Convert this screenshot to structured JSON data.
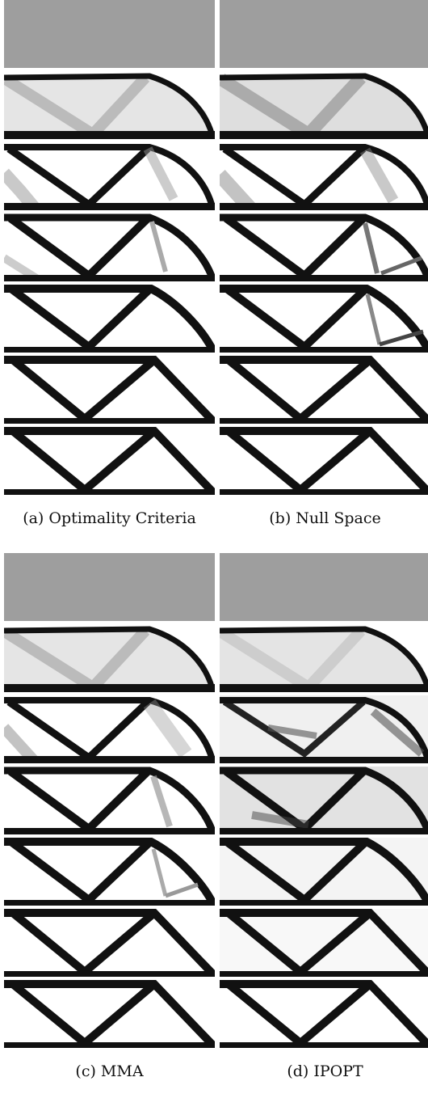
{
  "figure": {
    "columns": [
      {
        "id": "a",
        "caption": "(a) Optimality Criteria",
        "frames": [
          {
            "stage": 0,
            "members": []
          },
          {
            "stage": 1,
            "members": []
          },
          {
            "stage": 2,
            "members": []
          },
          {
            "stage": 3,
            "members": [
              "thin-strut"
            ]
          },
          {
            "stage": 4,
            "members": []
          },
          {
            "stage": 5,
            "members": []
          },
          {
            "stage": 6,
            "members": []
          }
        ]
      },
      {
        "id": "b",
        "caption": "(b) Null Space",
        "frames": [
          {
            "stage": 0,
            "members": []
          },
          {
            "stage": 1,
            "members": []
          },
          {
            "stage": 2,
            "members": []
          },
          {
            "stage": 3,
            "members": [
              "thin-strut",
              "thin-tie"
            ]
          },
          {
            "stage": 4,
            "members": [
              "thin-strut",
              "thin-tie"
            ]
          },
          {
            "stage": 5,
            "members": []
          },
          {
            "stage": 6,
            "members": []
          }
        ]
      },
      {
        "id": "c",
        "caption": "(c) MMA",
        "frames": [
          {
            "stage": 0,
            "members": []
          },
          {
            "stage": 1,
            "members": []
          },
          {
            "stage": 2,
            "members": []
          },
          {
            "stage": 3,
            "members": [
              "thin-strut"
            ]
          },
          {
            "stage": 4,
            "members": [
              "thin-strut",
              "thin-tie"
            ]
          },
          {
            "stage": 5,
            "members": []
          },
          {
            "stage": 6,
            "members": []
          }
        ]
      },
      {
        "id": "d",
        "caption": "(d) IPOPT",
        "frames": [
          {
            "stage": 0,
            "members": []
          },
          {
            "stage": 1,
            "members": []
          },
          {
            "stage": 2,
            "members": []
          },
          {
            "stage": 3,
            "members": []
          },
          {
            "stage": 4,
            "members": []
          },
          {
            "stage": 5,
            "members": []
          },
          {
            "stage": 6,
            "members": []
          }
        ]
      }
    ],
    "colors": {
      "initial_gray": "#9e9e9e",
      "material": "#000000",
      "void": "#ffffff"
    }
  }
}
